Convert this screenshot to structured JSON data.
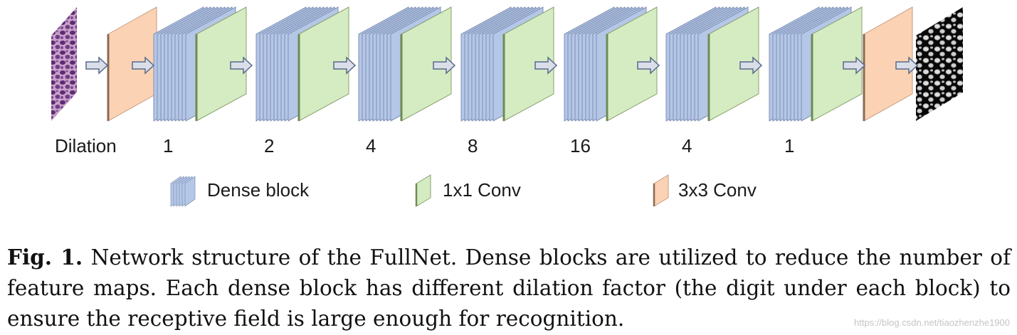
{
  "dilation": {
    "label": "Dilation",
    "values": [
      "1",
      "2",
      "4",
      "8",
      "16",
      "4",
      "1"
    ]
  },
  "legend": {
    "dense_block": "Dense block",
    "conv1x1": "1x1 Conv",
    "conv3x3": "3x3 Conv"
  },
  "caption": {
    "label": "Fig. 1.",
    "text": "Network structure of the FullNet. Dense blocks are utilized to reduce the number of feature maps. Each dense block has different dilation factor (the digit under each block) to ensure the receptive field is large enough for recognition."
  },
  "watermark": "https://blog.csdn.net/tiaozhenzhe1900",
  "colors": {
    "dense_block": "#b4c7e7",
    "conv1x1": "#d5ecc2",
    "conv3x3": "#fbd3b4",
    "arrow": "#d9dee8"
  }
}
